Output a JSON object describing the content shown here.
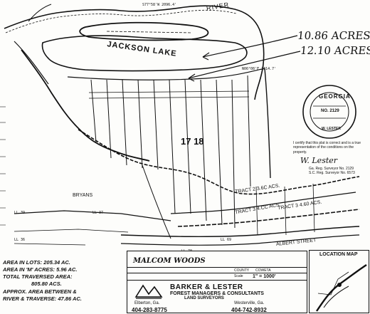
{
  "acreage": {
    "line1": "10.86 ACRES",
    "line2": "12.10 ACRES"
  },
  "features": {
    "lake": "JACKSON LAKE",
    "river": "RIVER",
    "lot_number": "17 18",
    "bryans": "BRYANS",
    "albert_street": "ALBERT STREET",
    "tract_a": "TRACT 2 3.6C ACS.",
    "tract_b": "TRACT 3 4.CC ACS.",
    "tract_c": "TRACT 3 4.60 ACS."
  },
  "seal": {
    "state": "GEORGIA",
    "number": "NO. 2129",
    "name": "W. LESTER"
  },
  "certificate": {
    "text": "I certify that this plat is correct and is a true representation of the conditions on the property.",
    "signature": "W. Lester",
    "reg1": "Ga. Reg. Surveyor No. 2129",
    "reg2": "S.C. Reg. Surveyor No. 6573"
  },
  "title_block": {
    "owner": "MALCOM WOODS",
    "scale": "1\" = 1000'",
    "county_label": "COUNTY",
    "county": "COWETA",
    "firm": "BARKER & LESTER",
    "firm_sub": "FOREST MANAGERS & CONSULTANTS",
    "firm_sub2": "LAND SURVEYORS",
    "city1": "Elberton, Ga.",
    "phone1": "404-283-8775",
    "city2": "Westerville, Ga.",
    "phone2": "404-742-8932",
    "scale_label": "Scale"
  },
  "location_map": {
    "title": "LOCATION MAP"
  },
  "notes": {
    "line1": "AREA IN LOTS: 205.34 AC.",
    "line2": "AREA IN 'M' ACRES: 5.96 AC.",
    "line3": "TOTAL TRAVERSED AREA:",
    "line4": "805.80 ACS.",
    "line5": "APPROX. AREA BETWEEN &",
    "line6": "RIVER & TRAVERSE: 47.86 AC."
  }
}
